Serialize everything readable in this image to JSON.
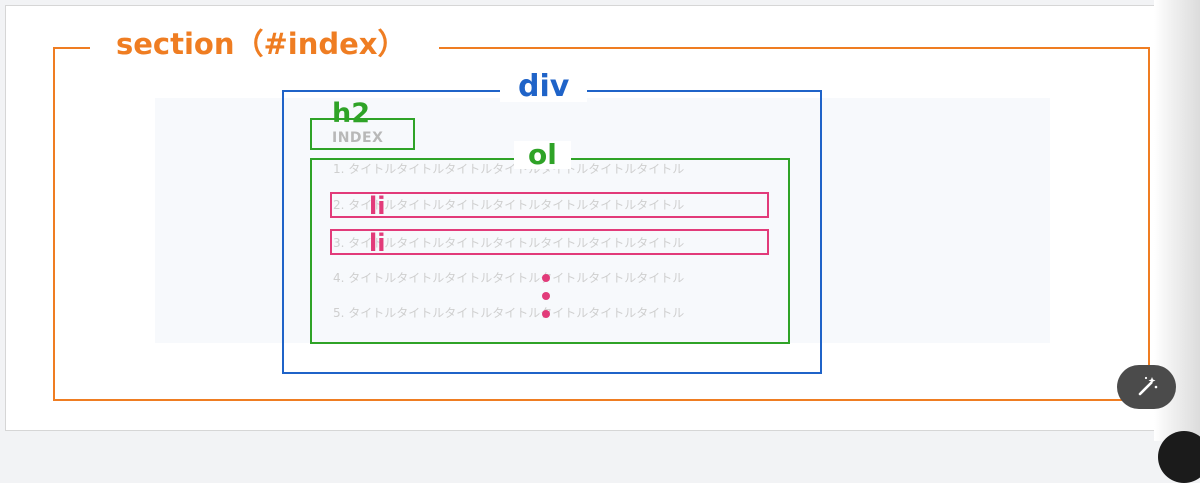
{
  "labels": {
    "section": "section（#index）",
    "div": "div",
    "h2": "h2",
    "ol": "ol",
    "li_1": "li",
    "li_2": "li"
  },
  "h2_text": "INDEX",
  "list_items": [
    "1. タイトルタイトルタイトルタイトルタイトルタイトルタイトル",
    "2. タイトルタイトルタイトルタイトルタイトルタイトルタイトル",
    "3. タイトルタイトルタイトルタイトルタイトルタイトルタイトル",
    "4. タイトルタイトルタイトルタイトルタイトルタイトルタイトル",
    "5. タイトルタイトルタイトルタイトルタイトルタイトルタイトル"
  ],
  "colors": {
    "section": "#ef7d22",
    "div": "#1f63c8",
    "h2_ol": "#2fa327",
    "li": "#e23b7a"
  },
  "icons": {
    "magic_button": "magic-wand-icon"
  }
}
